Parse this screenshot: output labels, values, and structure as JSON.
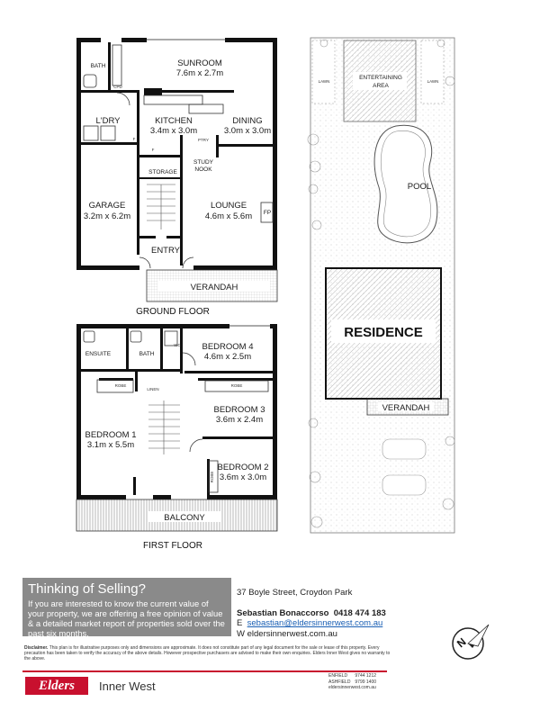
{
  "rooms": {
    "bath_ground": "BATH",
    "sunroom": "SUNROOM",
    "sunroom_dim": "7.6m x 2.7m",
    "ldry": "L'DRY",
    "kitchen": "KITCHEN",
    "kitchen_dim": "3.4m x 3.0m",
    "dining": "DINING",
    "dining_dim": "3.0m x 3.0m",
    "study_nook_1": "STUDY",
    "study_nook_2": "NOOK",
    "storage": "STORAGE",
    "garage": "GARAGE",
    "garage_dim": "3.2m x 6.2m",
    "lounge": "LOUNGE",
    "lounge_dim": "4.6m x 5.6m",
    "fp": "FP",
    "entry": "ENTRY",
    "verandah_ground": "VERANDAH",
    "ensuite": "ENSUITE",
    "bath_first": "BATH",
    "wc": "WC",
    "bedroom4": "BEDROOM 4",
    "bedroom4_dim": "4.6m x 2.5m",
    "robe1": "ROBE",
    "linen": "LINEN",
    "robe3": "ROBE",
    "bedroom3": "BEDROOM 3",
    "bedroom3_dim": "3.6m x 2.4m",
    "bedroom1": "BEDROOM 1",
    "bedroom1_dim": "3.1m x 5.5m",
    "bedroom2": "BEDROOM 2",
    "bedroom2_dim": "3.6m x 3.0m",
    "robe2": "ROBE",
    "balcony": "BALCONY",
    "cpd": "CPD",
    "ptry": "PTRY",
    "f1": "F",
    "f2": "F"
  },
  "floors": {
    "ground": "GROUND FLOOR",
    "first": "FIRST FLOOR"
  },
  "site": {
    "lawn_left": "LAWN",
    "lawn_right": "LAWN",
    "entertaining_1": "ENTERTAINING",
    "entertaining_2": "AREA",
    "pool": "POOL",
    "residence": "RESIDENCE",
    "verandah": "VERANDAH"
  },
  "promo": {
    "title": "Thinking of Selling?",
    "text": "If you are interested to know the current value of your property, we are offering a free opinion of value & a detailed market report of properties sold over the past six months."
  },
  "contact": {
    "address": "37 Boyle Street, Croydon Park",
    "agent_name": "Sebastian Bonaccorso",
    "agent_phone": "0418 474 183",
    "email_prefix": "E",
    "email": "sebastian@eldersinnerwest.com.au",
    "web_prefix": "W",
    "web": "eldersinnerwest.com.au"
  },
  "disclaimer": {
    "label": "Disclaimer.",
    "text": "This plan is for illustrative purposes only and dimensions are approximate. It does not constitute part of any legal document for the sale or lease of this property. Every precaution has been taken to verify the accuracy of the above details. However prospective purchasers are advised to make their own enquiries. Elders Inner West gives no warranty to the above."
  },
  "brand": {
    "logo": "Elders",
    "sub": "Inner West",
    "color": "#c8102e"
  },
  "offices": [
    {
      "name": "ENFIELD",
      "phone": "9744 1212"
    },
    {
      "name": "ASHFIELD",
      "phone": "9799 1400"
    },
    {
      "name": "eldersinnerwest.com.au",
      "phone": ""
    }
  ],
  "compass": "N"
}
